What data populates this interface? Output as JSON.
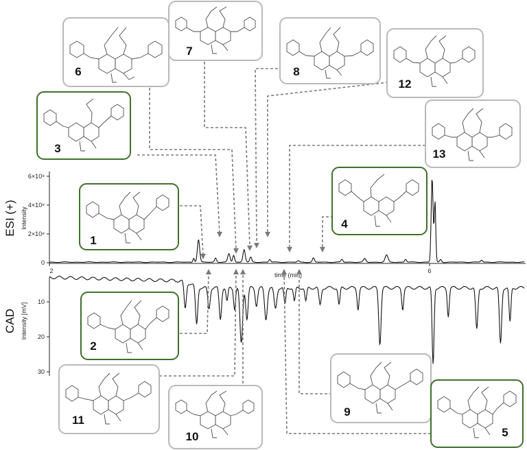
{
  "chart_data": [
    {
      "type": "line",
      "title": "",
      "panel_label": "ESI (+)",
      "ylabel": "Intensity",
      "xlabel": "time (min)",
      "x_ticks": [
        "2",
        "6"
      ],
      "y_ticks": [
        "0",
        "2×10⁸",
        "4×10⁸",
        "6×10⁸"
      ],
      "xlim": [
        2,
        7
      ],
      "ylim": [
        0,
        650000000
      ],
      "series": [
        {
          "peaks": [
            {
              "x": 3.57,
              "y": 160000000,
              "w": 0.012
            },
            {
              "x": 3.52,
              "y": 30000000,
              "w": 0.008
            },
            {
              "x": 3.75,
              "y": 30000000,
              "w": 0.01
            },
            {
              "x": 3.89,
              "y": 60000000,
              "w": 0.012
            },
            {
              "x": 3.94,
              "y": 50000000,
              "w": 0.01
            },
            {
              "x": 4.05,
              "y": 90000000,
              "w": 0.012
            },
            {
              "x": 4.12,
              "y": 35000000,
              "w": 0.01
            },
            {
              "x": 4.32,
              "y": 20000000,
              "w": 0.01
            },
            {
              "x": 4.62,
              "y": 10000000,
              "w": 0.01
            },
            {
              "x": 4.78,
              "y": 30000000,
              "w": 0.01
            },
            {
              "x": 5.08,
              "y": 20000000,
              "w": 0.01
            },
            {
              "x": 5.32,
              "y": 25000000,
              "w": 0.012
            },
            {
              "x": 5.55,
              "y": 50000000,
              "w": 0.015
            },
            {
              "x": 5.75,
              "y": 20000000,
              "w": 0.01
            },
            {
              "x": 6.03,
              "y": 600000000,
              "w": 0.01
            },
            {
              "x": 6.06,
              "y": 430000000,
              "w": 0.008
            },
            {
              "x": 6.12,
              "y": 20000000,
              "w": 0.01
            },
            {
              "x": 6.55,
              "y": 15000000,
              "w": 0.01
            }
          ]
        }
      ]
    },
    {
      "type": "line",
      "title": "",
      "panel_label": "CAD",
      "ylabel": "Intensity [mV]",
      "y_ticks": [
        "10",
        "20",
        "30"
      ],
      "ylim": [
        2,
        32
      ],
      "y_inverted": true,
      "series": [
        {
          "baseline": [
            [
              2,
              3
            ],
            [
              3.4,
              4
            ],
            [
              3.6,
              6
            ],
            [
              7,
              6
            ]
          ],
          "peaks": [
            {
              "x": 3.43,
              "y": 12,
              "w": 0.012
            },
            {
              "x": 3.55,
              "y": 16.5,
              "w": 0.012
            },
            {
              "x": 3.68,
              "y": 12,
              "w": 0.012
            },
            {
              "x": 3.8,
              "y": 15,
              "w": 0.012
            },
            {
              "x": 3.87,
              "y": 10,
              "w": 0.01
            },
            {
              "x": 3.95,
              "y": 12,
              "w": 0.01
            },
            {
              "x": 4.02,
              "y": 22,
              "w": 0.014
            },
            {
              "x": 4.08,
              "y": 15,
              "w": 0.012
            },
            {
              "x": 4.18,
              "y": 11,
              "w": 0.012
            },
            {
              "x": 4.28,
              "y": 15,
              "w": 0.014
            },
            {
              "x": 4.38,
              "y": 12,
              "w": 0.014
            },
            {
              "x": 4.48,
              "y": 11,
              "w": 0.01
            },
            {
              "x": 4.58,
              "y": 10,
              "w": 0.01
            },
            {
              "x": 4.7,
              "y": 10,
              "w": 0.01
            },
            {
              "x": 4.85,
              "y": 11,
              "w": 0.012
            },
            {
              "x": 5.05,
              "y": 11,
              "w": 0.01
            },
            {
              "x": 5.25,
              "y": 12,
              "w": 0.01
            },
            {
              "x": 5.48,
              "y": 22,
              "w": 0.012
            },
            {
              "x": 5.72,
              "y": 12,
              "w": 0.01
            },
            {
              "x": 6.04,
              "y": 28,
              "w": 0.01
            },
            {
              "x": 6.2,
              "y": 14,
              "w": 0.01
            },
            {
              "x": 6.5,
              "y": 18,
              "w": 0.012
            },
            {
              "x": 6.75,
              "y": 22,
              "w": 0.012
            },
            {
              "x": 6.85,
              "y": 16,
              "w": 0.01
            }
          ]
        }
      ]
    }
  ],
  "compounds": [
    {
      "label": "1",
      "border": "green"
    },
    {
      "label": "2",
      "border": "green"
    },
    {
      "label": "3",
      "border": "green"
    },
    {
      "label": "4",
      "border": "green"
    },
    {
      "label": "5",
      "border": "green"
    },
    {
      "label": "6",
      "border": "grey"
    },
    {
      "label": "7",
      "border": "grey"
    },
    {
      "label": "8",
      "border": "grey"
    },
    {
      "label": "9",
      "border": "grey"
    },
    {
      "label": "10",
      "border": "grey"
    },
    {
      "label": "11",
      "border": "grey"
    },
    {
      "label": "12",
      "border": "grey"
    },
    {
      "label": "13",
      "border": "grey"
    }
  ],
  "colors": {
    "green_box": "#3f6f2a",
    "grey_box": "#b9b9b9",
    "leader": "#7a7a7a",
    "trace": "#111111"
  }
}
